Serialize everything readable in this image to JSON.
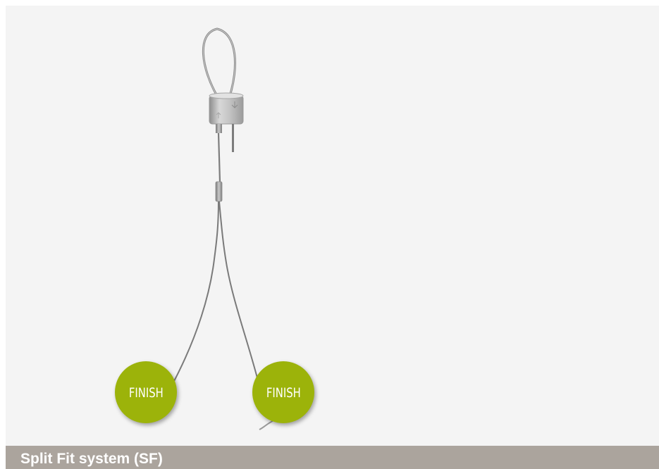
{
  "badges": {
    "left_label": "FINISH",
    "right_label": "FINISH"
  },
  "caption": {
    "title": "Split Fit system (SF)"
  },
  "icons": {
    "badge": "finish-badge",
    "product": "split-fit-cable-icon"
  },
  "colors": {
    "panel_background": "#f4f4f4",
    "badge_green": "#9cb30a",
    "title_bar": "#aba49d",
    "title_text": "#ffffff"
  }
}
